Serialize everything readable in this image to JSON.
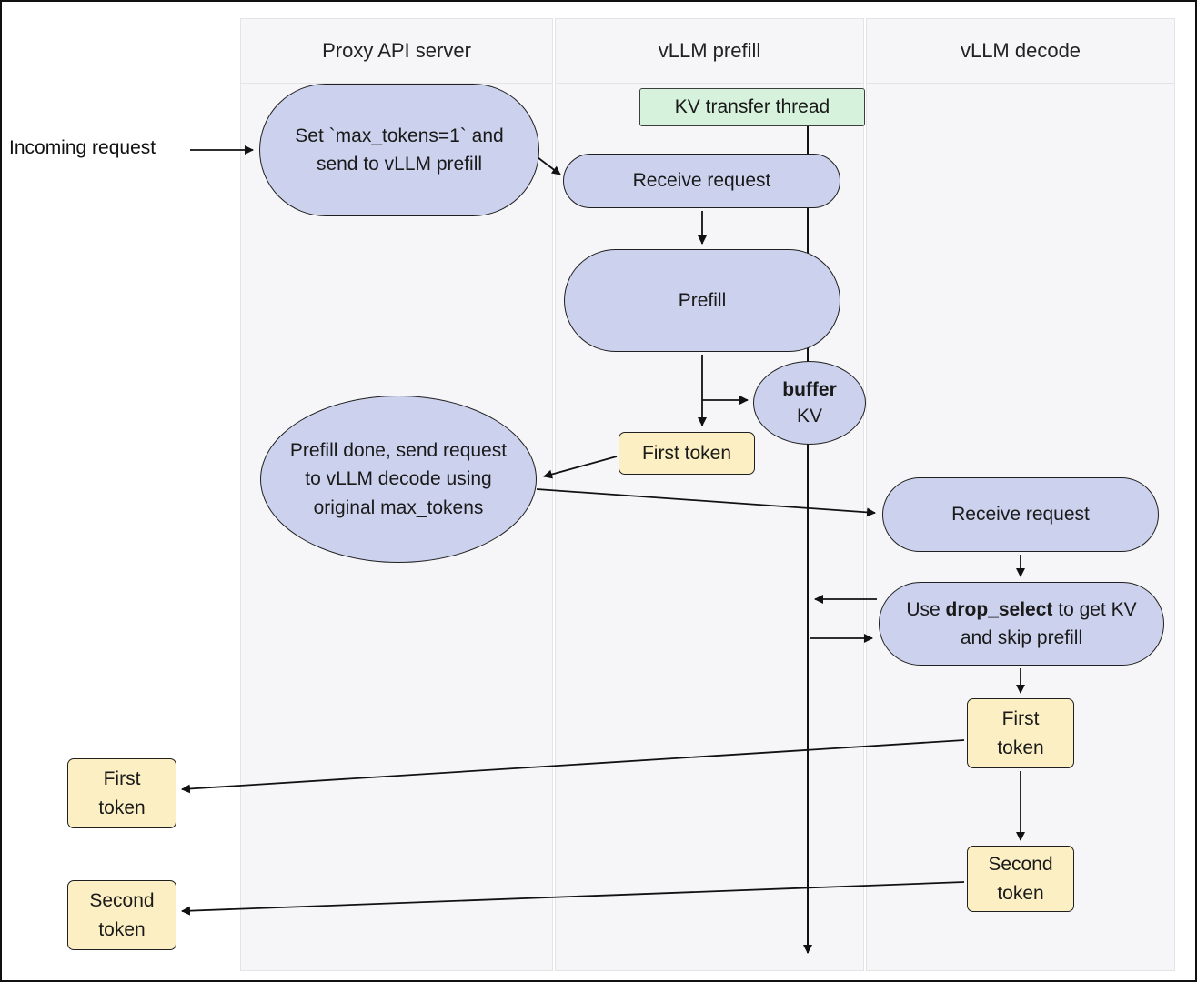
{
  "lanes": [
    {
      "label": "Proxy API server"
    },
    {
      "label": "vLLM prefill"
    },
    {
      "label": "vLLM decode"
    }
  ],
  "nodes": {
    "incoming_request": "Incoming request",
    "set_max_tokens": "Set `max_tokens=1` and send to vLLM prefill",
    "kv_transfer_thread": "KV transfer thread",
    "receive_request_prefill": "Receive request",
    "prefill": "Prefill",
    "buffer_kv": {
      "bold": "buffer",
      "rest": "KV"
    },
    "first_token_prefill": "First token",
    "prefill_done": "Prefill done, send request to vLLM decode using original max_tokens",
    "receive_request_decode": "Receive request",
    "drop_select": {
      "pre": "Use ",
      "bold": "drop_select",
      "post": " to get KV and skip prefill"
    },
    "first_token_decode": "First token",
    "second_token_decode": "Second token",
    "first_token_out": "First token",
    "second_token_out": "Second token"
  },
  "colors": {
    "process_fill": "#ccd2ed",
    "token_fill": "#fcefc3",
    "thread_fill": "#d7f2dc",
    "stroke": "#1f1f1f"
  }
}
